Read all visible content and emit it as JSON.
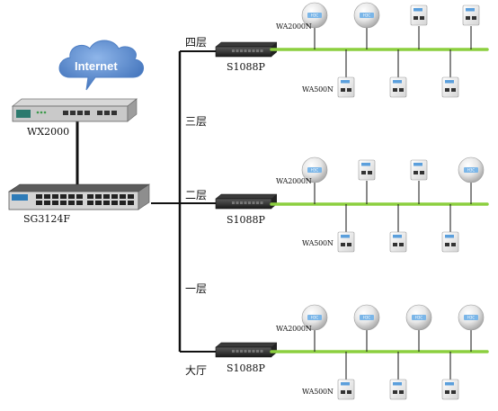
{
  "cloud": {
    "label": "Internet"
  },
  "core": {
    "router": "WX2000",
    "switch": "SG3124F"
  },
  "floors": [
    {
      "floor_label": "四层",
      "switch": "S1088P",
      "ap_top": "WA2000N",
      "ap_bottom": "WA500N"
    },
    {
      "floor_label": "三层"
    },
    {
      "floor_label": "二层",
      "switch": "S1088P",
      "ap_top": "WA2000N",
      "ap_bottom": "WA500N"
    },
    {
      "floor_label": "一层"
    },
    {
      "floor_label": "大厅",
      "switch": "S1088P",
      "ap_top": "WA2000N",
      "ap_bottom": "WA500N"
    }
  ],
  "ap_brand": "H3C",
  "colors": {
    "bus": "#8ccf3f",
    "cloud": "#5b8fd0",
    "cable": "#111111"
  },
  "icons": [
    "cloud-icon",
    "router-icon",
    "core-switch-icon",
    "access-switch-icon",
    "ceiling-ap-icon",
    "panel-ap-icon"
  ]
}
